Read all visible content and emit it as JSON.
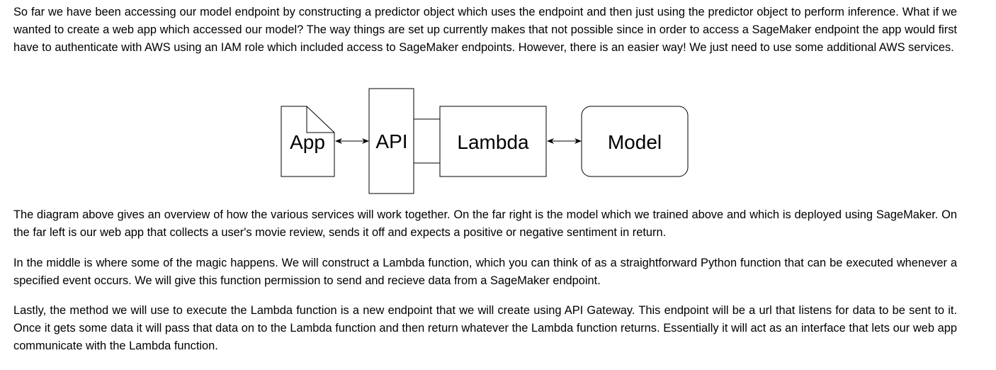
{
  "paragraphs": {
    "intro": "So far we have been accessing our model endpoint by constructing a predictor object which uses the endpoint and then just using the predictor object to perform inference. What if we wanted to create a web app which accessed our model? The way things are set up currently makes that not possible since in order to access a SageMaker endpoint the app would first have to authenticate with AWS using an IAM role which included access to SageMaker endpoints. However, there is an easier way! We just need to use some additional AWS services.",
    "overview": "The diagram above gives an overview of how the various services will work together. On the far right is the model which we trained above and which is deployed using SageMaker. On the far left is our web app that collects a user's movie review, sends it off and expects a positive or negative sentiment in return.",
    "middle": "In the middle is where some of the magic happens. We will construct a Lambda function, which you can think of as a straightforward Python function that can be executed whenever a specified event occurs. We will give this function permission to send and recieve data from a SageMaker endpoint.",
    "lastly": "Lastly, the method we will use to execute the Lambda function is a new endpoint that we will create using API Gateway. This endpoint will be a url that listens for data to be sent to it. Once it gets some data it will pass that data on to the Lambda function and then return whatever the Lambda function returns. Essentially it will act as an interface that lets our web app communicate with the Lambda function."
  },
  "diagram": {
    "app_label": "App",
    "api_label": "API",
    "lambda_label": "Lambda",
    "model_label": "Model"
  }
}
